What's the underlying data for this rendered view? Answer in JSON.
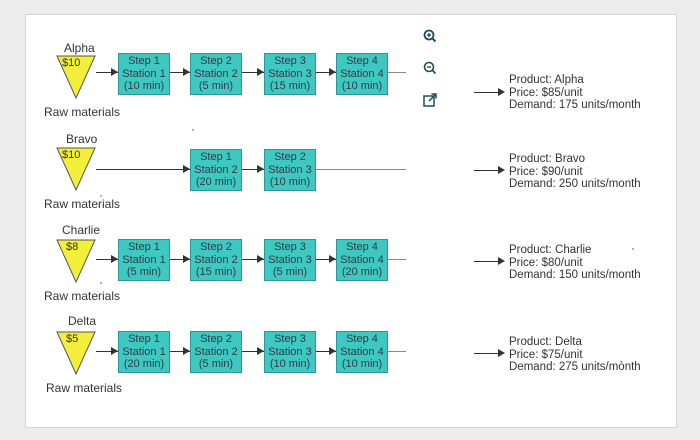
{
  "icons": {
    "zoom_in": "zoom-in-icon",
    "zoom_out": "zoom-out-icon",
    "open_external": "open-external-icon"
  },
  "colors": {
    "triangle_fill": "#f3ee3a",
    "step_fill": "#3fc7c2",
    "step_border": "#27999a",
    "icon_color": "#1f4e5a"
  },
  "raw_materials_label": "Raw materials",
  "products": [
    {
      "name": "Alpha",
      "cost": "$10",
      "steps": [
        {
          "step": "Step 1",
          "station": "Station 1",
          "time": "(10 min)"
        },
        {
          "step": "Step 2",
          "station": "Station 2",
          "time": "(5 min)"
        },
        {
          "step": "Step 3",
          "station": "Station 3",
          "time": "(15 min)"
        },
        {
          "step": "Step 4",
          "station": "Station 4",
          "time": "(10 min)"
        }
      ],
      "info": {
        "product": "Product: Alpha",
        "price": "Price: $85/unit",
        "demand": "Demand: 175 units/month"
      }
    },
    {
      "name": "Bravo",
      "cost": "$10",
      "steps": [
        {
          "step": "Step 1",
          "station": "Station 2",
          "time": "(20 min)"
        },
        {
          "step": "Step 2",
          "station": "Station 3",
          "time": "(10 min)"
        }
      ],
      "info": {
        "product": "Product: Bravo",
        "price": "Price: $90/unit",
        "demand": "Demand: 250 units/month"
      }
    },
    {
      "name": "Charlie",
      "cost": "$8",
      "steps": [
        {
          "step": "Step 1",
          "station": "Station 1",
          "time": "(5 min)"
        },
        {
          "step": "Step 2",
          "station": "Station 2",
          "time": "(15 min)"
        },
        {
          "step": "Step 3",
          "station": "Station 3",
          "time": "(5 min)"
        },
        {
          "step": "Step 4",
          "station": "Station 4",
          "time": "(20 min)"
        }
      ],
      "info": {
        "product": "Product: Charlie",
        "price": "Price: $80/unit",
        "demand": "Demand: 150 units/month"
      }
    },
    {
      "name": "Delta",
      "cost": "$5",
      "steps": [
        {
          "step": "Step 1",
          "station": "Station 1",
          "time": "(20 min)"
        },
        {
          "step": "Step 2",
          "station": "Station 2",
          "time": "(5 min)"
        },
        {
          "step": "Step 3",
          "station": "Station 3",
          "time": "(10 min)"
        },
        {
          "step": "Step 4",
          "station": "Station 4",
          "time": "(10 min)"
        }
      ],
      "info": {
        "product": "Product: Delta",
        "price": "Price: $75/unit",
        "demand": "Demand: 275 units/mònth"
      }
    }
  ]
}
